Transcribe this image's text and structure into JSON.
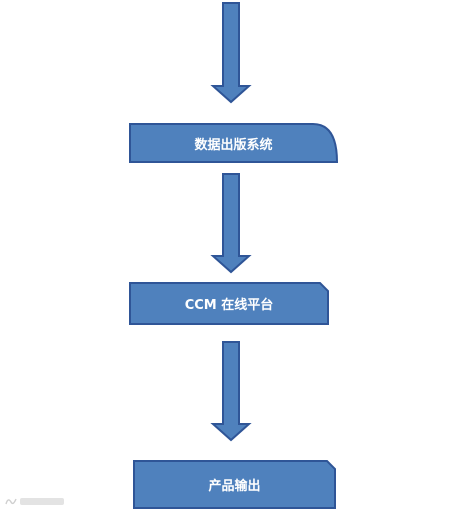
{
  "diagram": {
    "type": "flowchart",
    "colors": {
      "fill": "#4f81bd",
      "stroke": "#2f5597",
      "text": "#ffffff"
    },
    "nodes": [
      {
        "id": "data-publishing-system",
        "label": "数据出版系统"
      },
      {
        "id": "ccm-online-platform",
        "label": "CCM 在线平台"
      },
      {
        "id": "product-output",
        "label": "产品输出"
      }
    ],
    "edges": [
      {
        "from": null,
        "to": "data-publishing-system"
      },
      {
        "from": "data-publishing-system",
        "to": "ccm-online-platform"
      },
      {
        "from": "ccm-online-platform",
        "to": "product-output"
      }
    ]
  }
}
